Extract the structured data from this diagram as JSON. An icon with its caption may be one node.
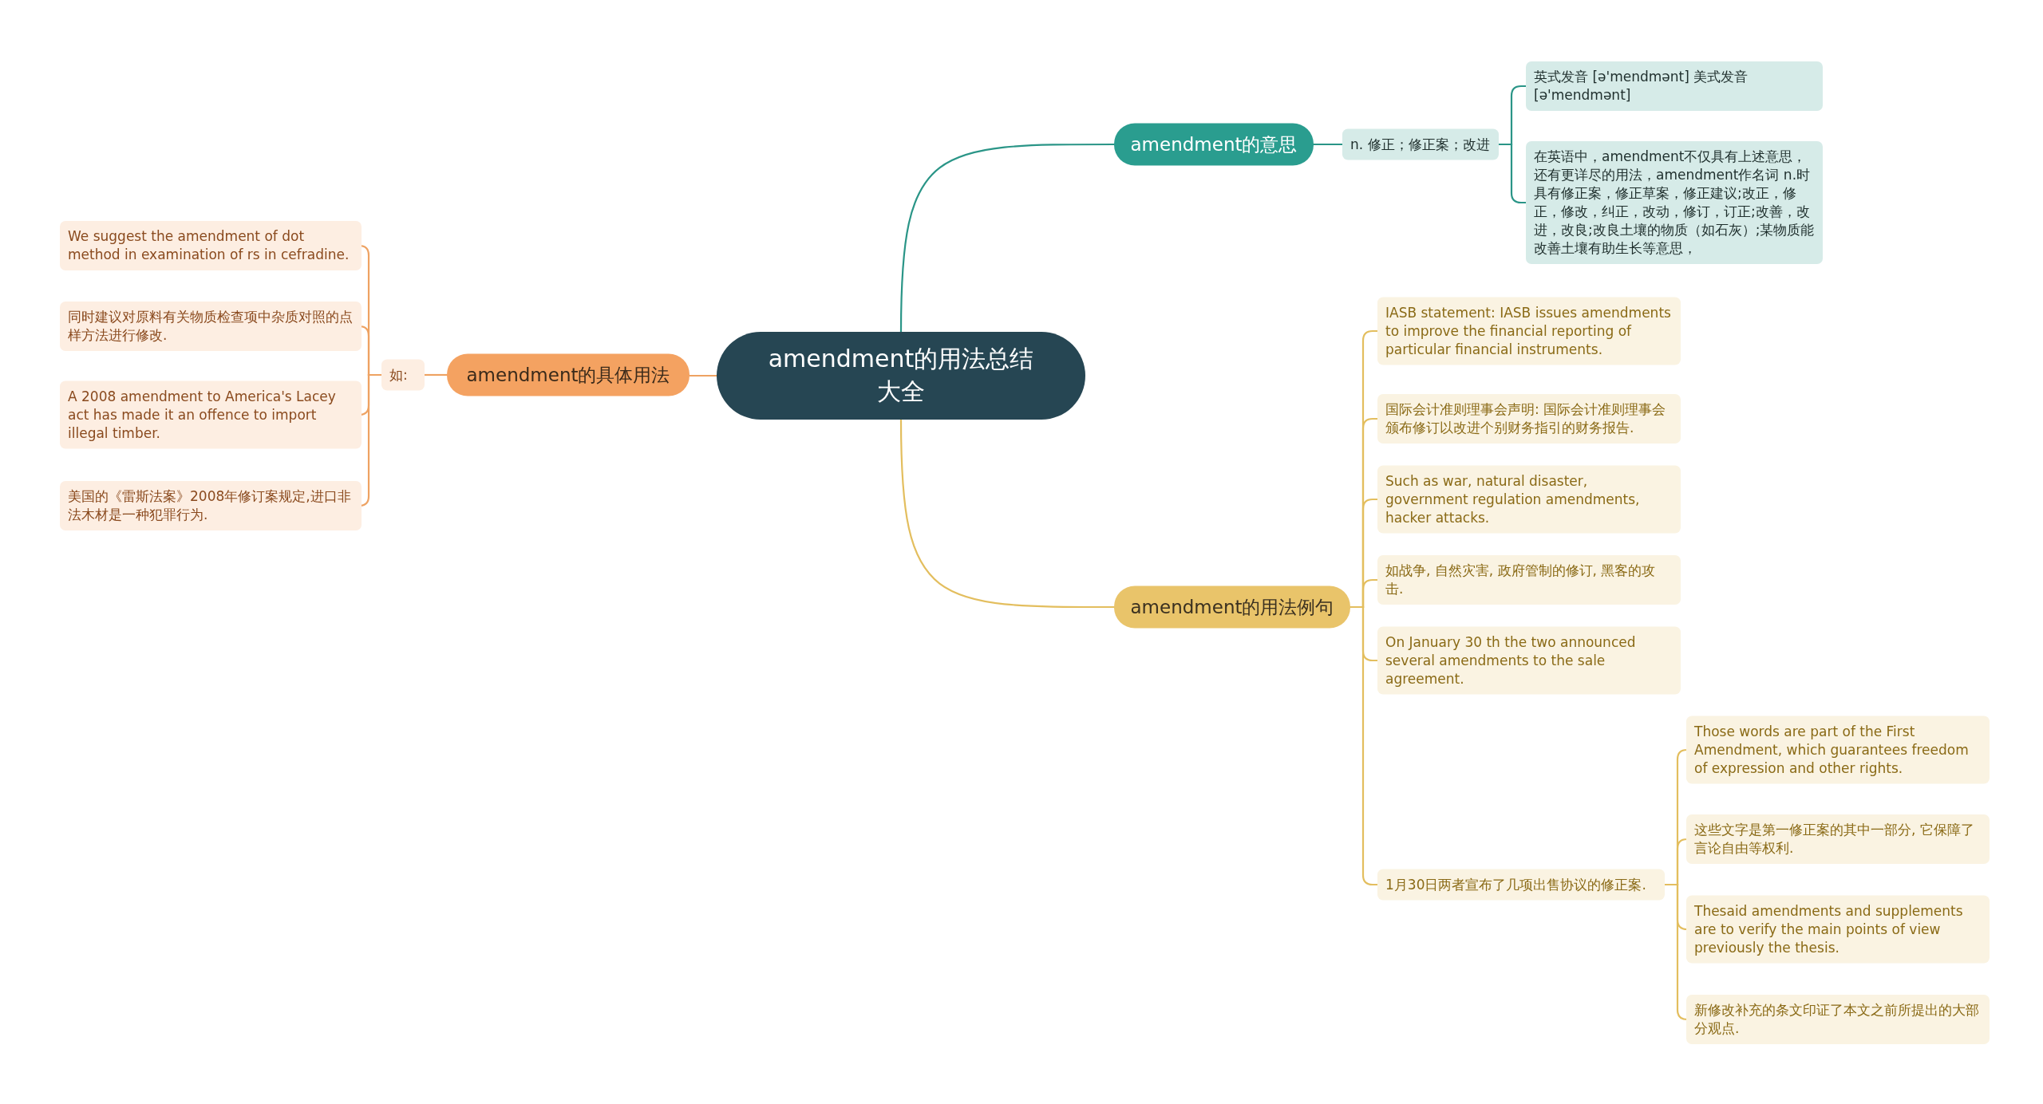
{
  "diagram": {
    "nodes": [
      {
        "text": [
          "amendment的用法总结大全"
        ]
      },
      {
        "text": [
          "amendment的意思"
        ]
      },
      {
        "text": [
          "n. 修正；修正案；改进"
        ]
      },
      {
        "text": [
          "英式发音 [ə'mendmənt] 美式发音 [ə'mendmənt]"
        ]
      },
      {
        "text": [
          "在英语中，amendment不仅具有上述意思，还有更详尽的用法，amendment作名词 n.时具有修正案，修正草案，修正建议;改正，修正，修改，纠正，改动，修订，订正;改善，改进，改良;改良土壤的物质（如石灰）;某物质能改善土壤有助生长等意思，"
        ]
      },
      {
        "text": [
          "amendment的具体用法"
        ]
      },
      {
        "text": [
          "如:"
        ]
      },
      {
        "text": [
          "We suggest the amendment of dot method in examination of rs in cefradine."
        ]
      },
      {
        "text": [
          "同时建议对原料有关物质检查项中杂质对照的点样方法进行修改."
        ]
      },
      {
        "text": [
          "A 2008 amendment to America's Lacey act has made it an offence to import illegal timber."
        ]
      },
      {
        "text": [
          "美国的《雷斯法案》2008年修订案规定,进口非法木材是一种犯罪行为."
        ]
      },
      {
        "text": [
          "amendment的用法例句"
        ]
      },
      {
        "text": [
          "IASB statement: IASB issues amendments to improve the financial reporting of particular financial instruments."
        ]
      },
      {
        "text": [
          "国际会计准则理事会声明: 国际会计准则理事会颁布修订以改进个别财务指引的财务报告."
        ]
      },
      {
        "text": [
          "Such as war, natural disaster, government regulation amendments, hacker attacks."
        ]
      },
      {
        "text": [
          "如战争, 自然灾害, 政府管制的修订, 黑客的攻击."
        ]
      },
      {
        "text": [
          "On January 30 th the two announced several amendments to the sale agreement."
        ]
      },
      {
        "text": [
          "1月30日两者宣布了几项出售协议的修正案."
        ]
      },
      {
        "text": [
          "Those words are part of the First Amendment, which guarantees freedom of expression and other rights."
        ]
      },
      {
        "text": [
          "这些文字是第一修正案的其中一部分, 它保障了言论自由等权利."
        ]
      },
      {
        "text": [
          "Thesaid amendments and supplements are to verify the main points of view previously the thesis."
        ]
      },
      {
        "text": [
          "新修改补充的条文印证了本文之前所提出的大部分观点."
        ]
      }
    ],
    "edges": [
      {
        "from": 0,
        "to": 1,
        "arrow": "none",
        "color": "#2a9587"
      },
      {
        "from": 0,
        "to": 5,
        "arrow": "none",
        "color": "#eea262"
      },
      {
        "from": 0,
        "to": 11,
        "arrow": "none",
        "color": "#e3be5e"
      },
      {
        "from": 1,
        "to": 2,
        "arrow": "none",
        "color": "#2a9587"
      },
      {
        "from": 2,
        "to": 3,
        "arrow": "none",
        "color": "#2a9587"
      },
      {
        "from": 2,
        "to": 4,
        "arrow": "none",
        "color": "#2a9587"
      },
      {
        "from": 5,
        "to": 6,
        "arrow": "none",
        "color": "#eea262"
      },
      {
        "from": 6,
        "to": 7,
        "arrow": "none",
        "color": "#eea262"
      },
      {
        "from": 6,
        "to": 8,
        "arrow": "none",
        "color": "#eea262"
      },
      {
        "from": 6,
        "to": 9,
        "arrow": "none",
        "color": "#eea262"
      },
      {
        "from": 6,
        "to": 10,
        "arrow": "none",
        "color": "#eea262"
      },
      {
        "from": 11,
        "to": 12,
        "arrow": "none"
      },
      {
        "from": 11,
        "to": 13,
        "arrow": "none"
      },
      {
        "from": 11,
        "to": 14,
        "arrow": "none"
      },
      {
        "from": 11,
        "to": 15,
        "arrow": "none"
      },
      {
        "from": 11,
        "to": 16,
        "arrow": "none"
      },
      {
        "from": 11,
        "to": 17,
        "arrow": "none"
      },
      {
        "from": 17,
        "to": 18,
        "arrow": "none"
      },
      {
        "from": 17,
        "to": 19,
        "arrow": "none"
      },
      {
        "from": 17,
        "to": 20,
        "arrow": "none"
      },
      {
        "from": 17,
        "to": 21,
        "arrow": "none"
      }
    ]
  }
}
